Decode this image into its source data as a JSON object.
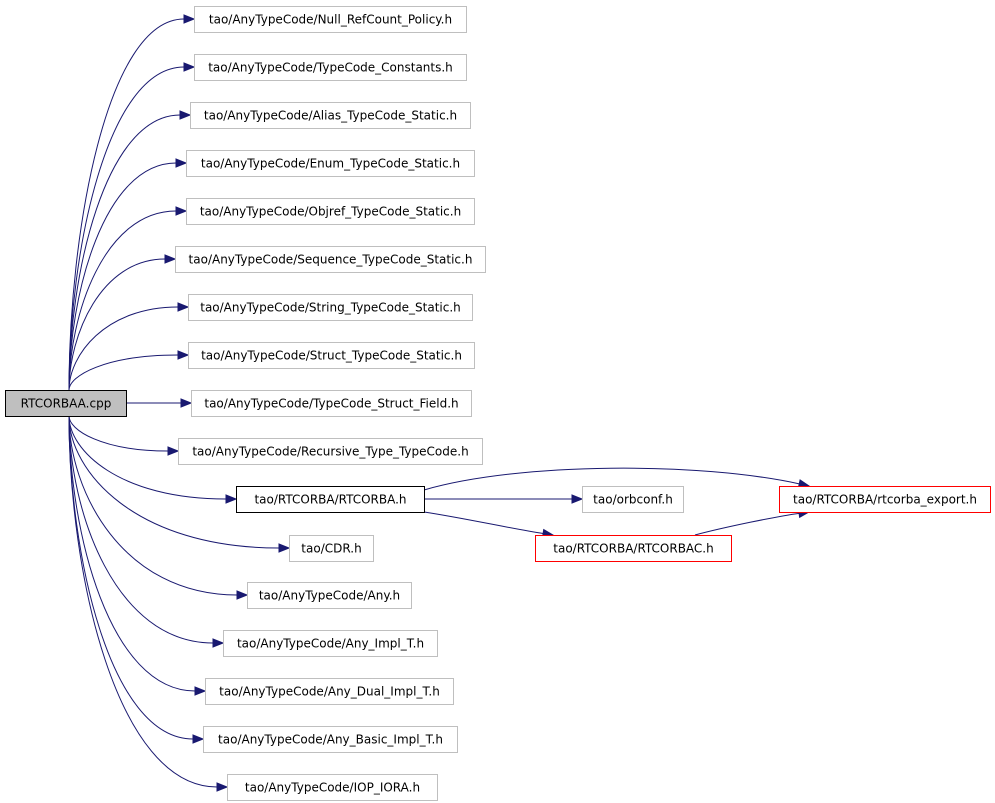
{
  "colors": {
    "edge": "#191970",
    "root_fill": "#bfbfbf",
    "default_border": "#bfbfbf",
    "documented_border": "#000000",
    "truncated_border": "#ff0000",
    "node_fill": "#ffffff"
  },
  "graph": {
    "nodes": [
      {
        "id": "root",
        "label": "RTCORBAA.cpp",
        "style": "root"
      },
      {
        "id": "n1",
        "label": "tao/AnyTypeCode/Null_RefCount_Policy.h",
        "style": "default"
      },
      {
        "id": "n2",
        "label": "tao/AnyTypeCode/TypeCode_Constants.h",
        "style": "default"
      },
      {
        "id": "n3",
        "label": "tao/AnyTypeCode/Alias_TypeCode_Static.h",
        "style": "default"
      },
      {
        "id": "n4",
        "label": "tao/AnyTypeCode/Enum_TypeCode_Static.h",
        "style": "default"
      },
      {
        "id": "n5",
        "label": "tao/AnyTypeCode/Objref_TypeCode_Static.h",
        "style": "default"
      },
      {
        "id": "n6",
        "label": "tao/AnyTypeCode/Sequence_TypeCode_Static.h",
        "style": "default"
      },
      {
        "id": "n7",
        "label": "tao/AnyTypeCode/String_TypeCode_Static.h",
        "style": "default"
      },
      {
        "id": "n8",
        "label": "tao/AnyTypeCode/Struct_TypeCode_Static.h",
        "style": "default"
      },
      {
        "id": "n9",
        "label": "tao/AnyTypeCode/TypeCode_Struct_Field.h",
        "style": "default"
      },
      {
        "id": "n10",
        "label": "tao/AnyTypeCode/Recursive_Type_TypeCode.h",
        "style": "default"
      },
      {
        "id": "n11",
        "label": "tao/RTCORBA/RTCORBA.h",
        "style": "documented"
      },
      {
        "id": "n12",
        "label": "tao/orbconf.h",
        "style": "default"
      },
      {
        "id": "n13",
        "label": "tao/RTCORBA/rtcorba_export.h",
        "style": "truncated"
      },
      {
        "id": "n14",
        "label": "tao/RTCORBA/RTCORBAC.h",
        "style": "truncated"
      },
      {
        "id": "n15",
        "label": "tao/CDR.h",
        "style": "default"
      },
      {
        "id": "n16",
        "label": "tao/AnyTypeCode/Any.h",
        "style": "default"
      },
      {
        "id": "n17",
        "label": "tao/AnyTypeCode/Any_Impl_T.h",
        "style": "default"
      },
      {
        "id": "n18",
        "label": "tao/AnyTypeCode/Any_Dual_Impl_T.h",
        "style": "default"
      },
      {
        "id": "n19",
        "label": "tao/AnyTypeCode/Any_Basic_Impl_T.h",
        "style": "default"
      },
      {
        "id": "n20",
        "label": "tao/AnyTypeCode/IOP_IORA.h",
        "style": "default"
      }
    ],
    "edges": [
      {
        "from": "root",
        "to": "n1"
      },
      {
        "from": "root",
        "to": "n2"
      },
      {
        "from": "root",
        "to": "n3"
      },
      {
        "from": "root",
        "to": "n4"
      },
      {
        "from": "root",
        "to": "n5"
      },
      {
        "from": "root",
        "to": "n6"
      },
      {
        "from": "root",
        "to": "n7"
      },
      {
        "from": "root",
        "to": "n8"
      },
      {
        "from": "root",
        "to": "n9"
      },
      {
        "from": "root",
        "to": "n10"
      },
      {
        "from": "root",
        "to": "n11"
      },
      {
        "from": "root",
        "to": "n15"
      },
      {
        "from": "root",
        "to": "n16"
      },
      {
        "from": "root",
        "to": "n17"
      },
      {
        "from": "root",
        "to": "n18"
      },
      {
        "from": "root",
        "to": "n19"
      },
      {
        "from": "root",
        "to": "n20"
      },
      {
        "from": "n11",
        "to": "n12"
      },
      {
        "from": "n11",
        "to": "n13"
      },
      {
        "from": "n11",
        "to": "n14"
      },
      {
        "from": "n14",
        "to": "n13"
      }
    ]
  }
}
